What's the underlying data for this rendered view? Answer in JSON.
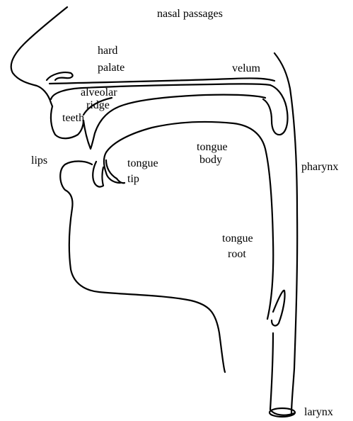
{
  "labels": {
    "nasal_passages": "nasal passages",
    "hard_palate": [
      "hard",
      "palate"
    ],
    "velum": "velum",
    "alveolar_ridge": [
      "alveolar",
      "ridge"
    ],
    "teeth": "teeth",
    "lips": "lips",
    "tongue_tip": [
      "tongue",
      "tip"
    ],
    "tongue_body": [
      "tongue",
      "body"
    ],
    "pharynx": "pharynx",
    "tongue_root": [
      "tongue",
      "root"
    ],
    "larynx": "larynx"
  },
  "colors": {
    "line": "#000000",
    "background": "#ffffff"
  }
}
